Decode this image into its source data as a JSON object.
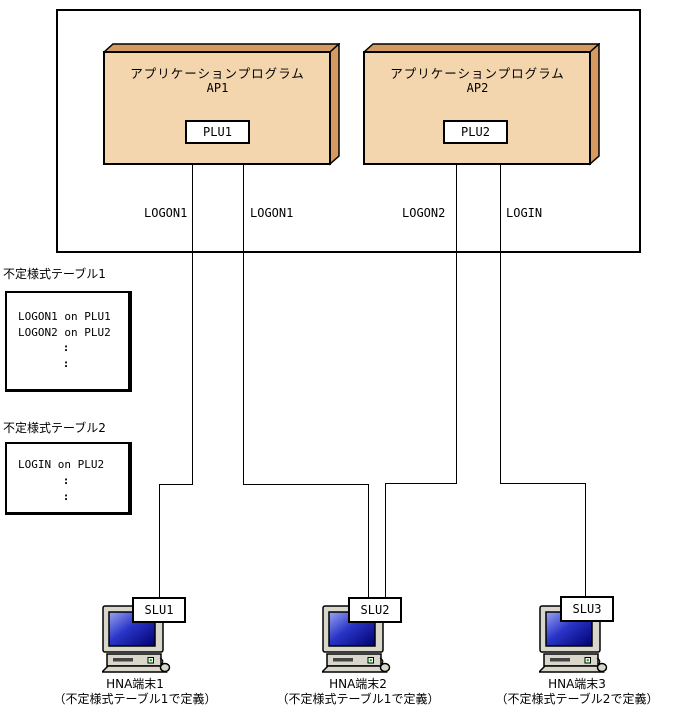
{
  "diagram": {
    "title_hint": "HNA terminal logon configuration diagram",
    "ap_boxes": [
      {
        "title": "アプリケーションプログラム",
        "name": "AP1",
        "plu": "PLU1"
      },
      {
        "title": "アプリケーションプログラム",
        "name": "AP2",
        "plu": "PLU2"
      }
    ],
    "connections": [
      {
        "label": "LOGON1",
        "from": "SLU1",
        "to": "PLU1"
      },
      {
        "label": "LOGON1",
        "from": "SLU2",
        "to": "PLU1"
      },
      {
        "label": "LOGON2",
        "from": "SLU2",
        "to": "PLU2"
      },
      {
        "label": "LOGIN",
        "from": "SLU3",
        "to": "PLU2"
      }
    ],
    "tables": [
      {
        "label": "不定様式テーブル1",
        "rows": [
          "LOGON1 on PLU1",
          "LOGON2 on PLU2",
          ":",
          ":"
        ]
      },
      {
        "label": "不定様式テーブル2",
        "rows": [
          "LOGIN on PLU2",
          ":",
          ":"
        ]
      }
    ],
    "terminals": [
      {
        "slu": "SLU1",
        "name": "HNA端末1",
        "note": "（不定様式テーブル1で定義）"
      },
      {
        "slu": "SLU2",
        "name": "HNA端末2",
        "note": "（不定様式テーブル1で定義）"
      },
      {
        "slu": "SLU3",
        "name": "HNA端末3",
        "note": "（不定様式テーブル2で定義）"
      }
    ],
    "colors": {
      "box_face": "#f3d5ae",
      "box_side": "#d59a62",
      "outline": "#000000",
      "screen_blue_dark": "#000070",
      "screen_blue_mid": "#2a35c8",
      "screen_blue_light": "#9aa4f0",
      "chassis_gray": "#d9d6cb",
      "led_green": "#00aa00"
    }
  }
}
